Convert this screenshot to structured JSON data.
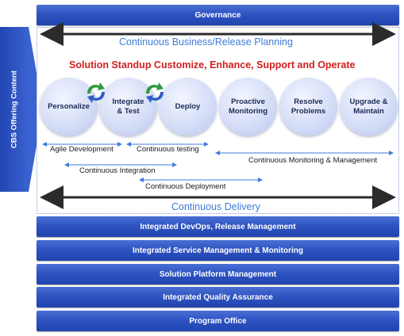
{
  "governance": "Governance",
  "side_label": "CBS Offering Content",
  "planning_label": "Continuous Business/Release Planning",
  "standup_title": "Solution Standup Customize, Enhance, Support and Operate",
  "phases": [
    "Personalize",
    "Integrate\n& Test",
    "Deploy",
    "Proactive\nMonitoring",
    "Resolve\nProblems",
    "Upgrade &\nMaintain"
  ],
  "practices": {
    "agile": "Agile Development",
    "testing": "Continuous testing",
    "monitoring": "Continuous Monitoring & Management",
    "integration": "Continuous Integration",
    "deployment": "Continuous Deployment"
  },
  "delivery_label": "Continuous Delivery",
  "bottom_bars": [
    "Integrated DevOps, Release Management",
    "Integrated Service Management & Monitoring",
    "Solution Platform Management",
    "Integrated Quality Assurance",
    "Program Office"
  ],
  "colors": {
    "bar_blue": "#2f54c2",
    "title_red": "#d21f1f",
    "label_blue": "#3f7bd8",
    "cycle_green": "#2e9a3c",
    "cycle_blue": "#2f5ec2"
  }
}
